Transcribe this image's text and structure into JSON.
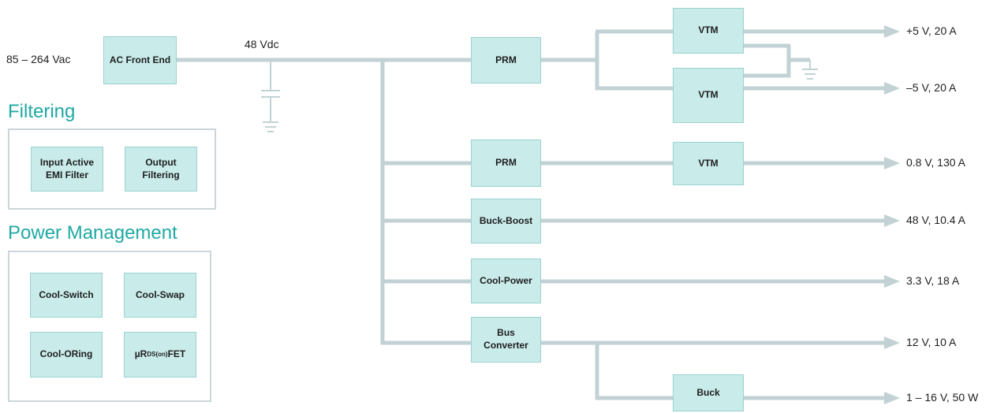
{
  "colors": {
    "wire": "#c2d2d4",
    "box_fill": "#c9ebea",
    "box_border": "#9ad2d0",
    "accent": "#1fa9a4",
    "group_border": "#ccd6d8"
  },
  "input": {
    "voltage_label": "85 – 264 Vac"
  },
  "bus": {
    "voltage_label": "48 Vdc"
  },
  "blocks": {
    "ac_front_end": "AC Front End",
    "prm_top": "PRM",
    "vtm_pos": "VTM",
    "vtm_neg": "VTM",
    "prm_mid": "PRM",
    "vtm_mid": "VTM",
    "buck_boost": "Buck-Boost",
    "cool_power": "Cool-Power",
    "bus_converter_line1": "Bus",
    "bus_converter_line2": "Converter",
    "buck": "Buck"
  },
  "outputs": {
    "pos5": "+5 V,  20 A",
    "neg5": "–5 V,  20 A",
    "v08": "0.8 V,  130 A",
    "v48": "48 V,  10.4 A",
    "v33": "3.3 V,  18 A",
    "v12": "12 V,  10 A",
    "v1to16": "1 – 16 V,  50 W"
  },
  "filtering": {
    "title": "Filtering",
    "input_emi_line1": "Input Active",
    "input_emi_line2": "EMI Filter",
    "output_filter_line1": "Output",
    "output_filter_line2": "Filtering"
  },
  "power_management": {
    "title": "Power Management",
    "cool_switch": "Cool-Switch",
    "cool_swap": "Cool-Swap",
    "cool_oring": "Cool-ORing",
    "urds_prefix": "µR",
    "urds_sub": "DS(on)",
    "urds_suffix": "FET"
  }
}
